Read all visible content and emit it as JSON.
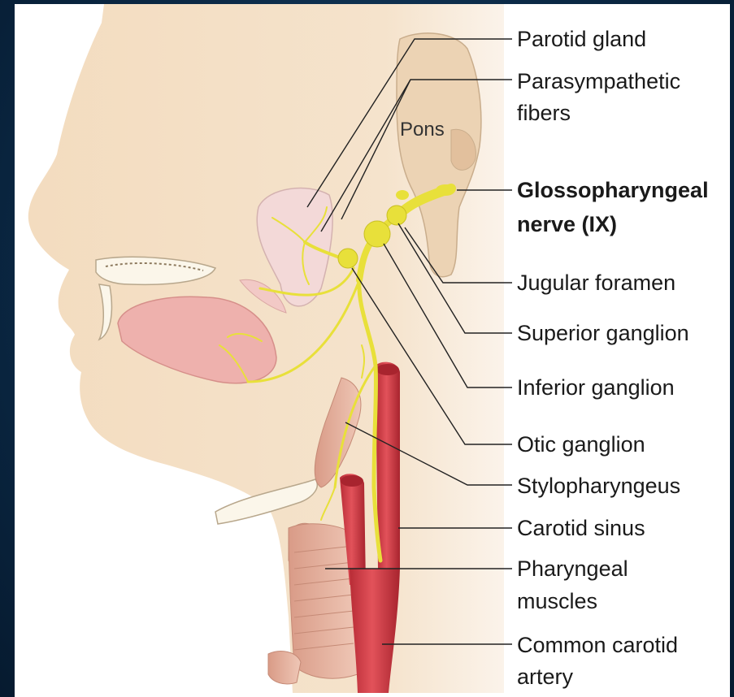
{
  "diagram": {
    "title": "",
    "structure_label": "Pons",
    "labels": [
      {
        "id": "parotid",
        "text": "Parotid gland",
        "bold": false
      },
      {
        "id": "para1",
        "text": "Parasympathetic",
        "bold": false
      },
      {
        "id": "para2",
        "text": "fibers",
        "bold": false
      },
      {
        "id": "gloss1",
        "text": "Glossopharyngeal",
        "bold": true
      },
      {
        "id": "gloss2",
        "text": "nerve (IX)",
        "bold": true
      },
      {
        "id": "jugular",
        "text": "Jugular foramen",
        "bold": false
      },
      {
        "id": "superior",
        "text": "Superior ganglion",
        "bold": false
      },
      {
        "id": "inferior",
        "text": "Inferior ganglion",
        "bold": false
      },
      {
        "id": "otic",
        "text": "Otic ganglion",
        "bold": false
      },
      {
        "id": "stylo",
        "text": "Stylopharyngeus",
        "bold": false
      },
      {
        "id": "carsinus",
        "text": "Carotid sinus",
        "bold": false
      },
      {
        "id": "phar1",
        "text": "Pharyngeal",
        "bold": false
      },
      {
        "id": "phar2",
        "text": "muscles",
        "bold": false
      },
      {
        "id": "common1",
        "text": "Common carotid",
        "bold": false
      },
      {
        "id": "common2",
        "text": "artery",
        "bold": false
      }
    ],
    "colors": {
      "skin": "#f3dfc3",
      "nerve": "#e8e03a",
      "artery": "#d8404a",
      "muscle": "#e7b5a1",
      "gland": "#f2d7d6",
      "brainstem": "#ecd3b4"
    }
  }
}
